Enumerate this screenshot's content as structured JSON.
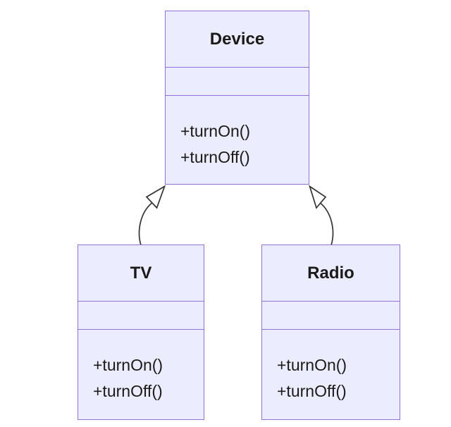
{
  "diagram": {
    "type": "uml-class-diagram",
    "classes": [
      {
        "name": "Device",
        "attributes": [],
        "methods": [
          "+turnOn()",
          "+turnOff()"
        ]
      },
      {
        "name": "TV",
        "attributes": [],
        "methods": [
          "+turnOn()",
          "+turnOff()"
        ]
      },
      {
        "name": "Radio",
        "attributes": [],
        "methods": [
          "+turnOn()",
          "+turnOff()"
        ]
      }
    ],
    "relations": [
      {
        "from": "TV",
        "to": "Device",
        "type": "inheritance"
      },
      {
        "from": "Radio",
        "to": "Device",
        "type": "inheritance"
      }
    ],
    "colors": {
      "node_fill": "#ECECFF",
      "node_border": "#9370DB",
      "edge_line": "#333333",
      "arrowhead_fill": "#ffffff",
      "text": "#1a1a1a",
      "background": "#ffffff"
    }
  }
}
